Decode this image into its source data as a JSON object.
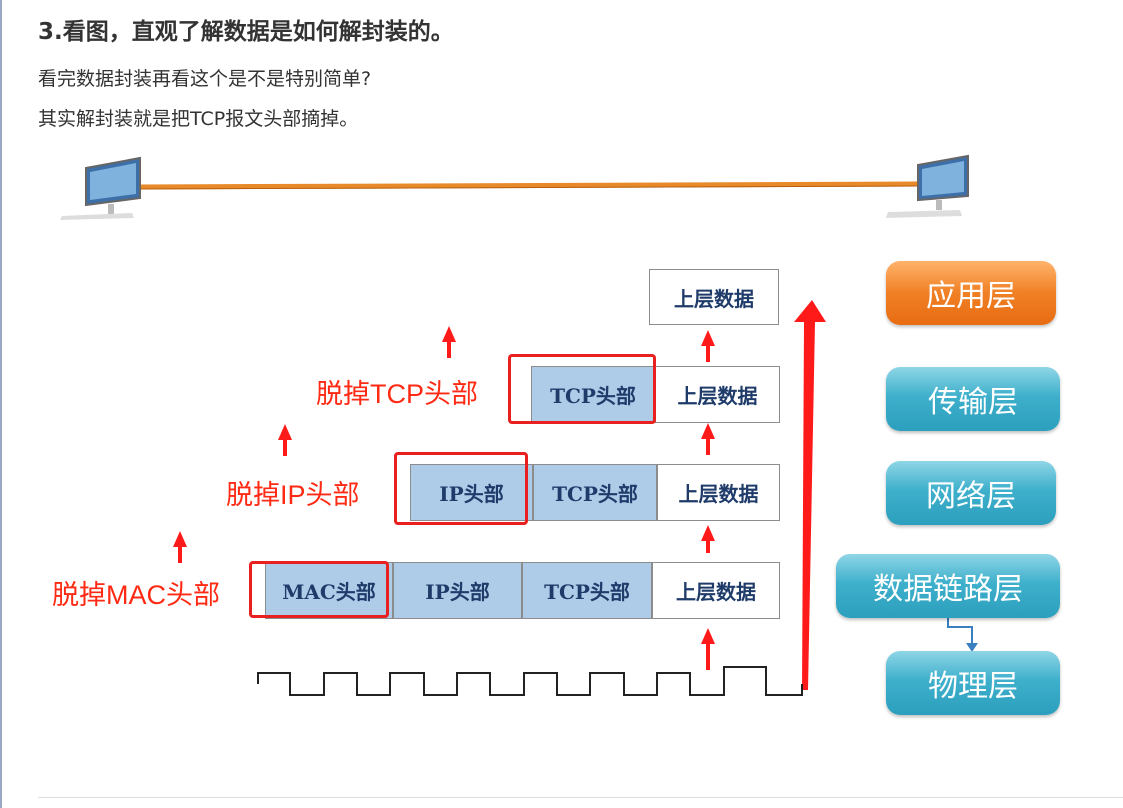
{
  "heading": "3.看图，直观了解数据是如何解封装的。",
  "paragraphs": [
    "看完数据封装再看这个是不是特别简单?",
    "其实解封装就是把TCP报文头部摘掉。"
  ],
  "diagram": {
    "top_box": "上层数据",
    "row_tcp": [
      "TCP头部",
      "上层数据"
    ],
    "row_ip": [
      "IP头部",
      "TCP头部",
      "上层数据"
    ],
    "row_mac": [
      "MAC头部",
      "IP头部",
      "TCP头部",
      "上层数据"
    ],
    "strip_labels": [
      "脱掉TCP头部",
      "脱掉IP头部",
      "脱掉MAC头部"
    ],
    "layers": [
      "应用层",
      "传输层",
      "网络层",
      "数据链路层",
      "物理层"
    ],
    "colors": {
      "header_fill": "#aecbe8",
      "strip_red": "#ff2a14",
      "layer_teal": "#2b9fbd",
      "layer_orange": "#f08025"
    }
  }
}
